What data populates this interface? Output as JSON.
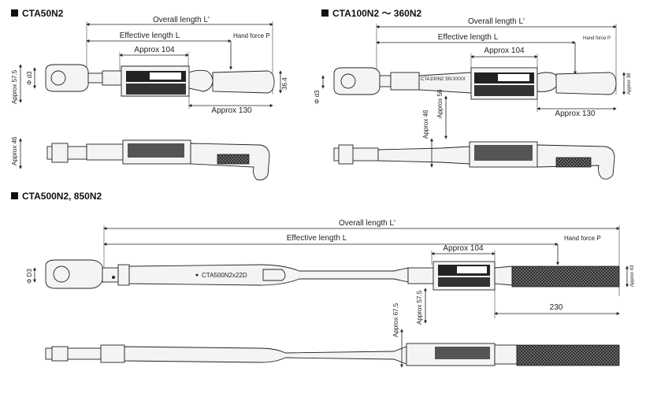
{
  "sections": {
    "cta50": {
      "title": "CTA50N2",
      "overall_length": "Overall length L'",
      "effective_length": "Effective length L",
      "approx_head_width": "Approx 104",
      "hand_force": "Hand force P",
      "approx_grip": "Approx 130",
      "dia_label": "Φ d3",
      "approx_height": "Approx 57.5",
      "grip_dia": "36.4",
      "side_height": "Approx 46"
    },
    "cta100": {
      "title": "CTA100N2 ～ 360N2",
      "overall_length": "Overall length L'",
      "effective_length": "Effective length L",
      "approx_head_width": "Approx 104",
      "hand_force": "Hand force P",
      "approx_grip": "Approx 130",
      "dia_label": "Φ d3",
      "approx_height": "Approx 56",
      "grip_dia": "Approx 38",
      "side_height": "Approx 46",
      "part_marking": "CTA100N2 SN:XXXX"
    },
    "cta500": {
      "title": "CTA500N2, 850N2",
      "overall_length": "Overall length L'",
      "effective_length": "Effective length L",
      "approx_head_width": "Approx 104",
      "hand_force": "Hand force P",
      "grip_length": "230",
      "dia_label": "Φ D3",
      "approx_height": "Approx 57.5",
      "grip_dia": "Approx 43",
      "side_height": "Approx 67.5",
      "part_marking": "CTA500N2x22D"
    }
  },
  "colors": {
    "line": "#222222",
    "display": "#1a1a1a",
    "background": "#ffffff"
  }
}
